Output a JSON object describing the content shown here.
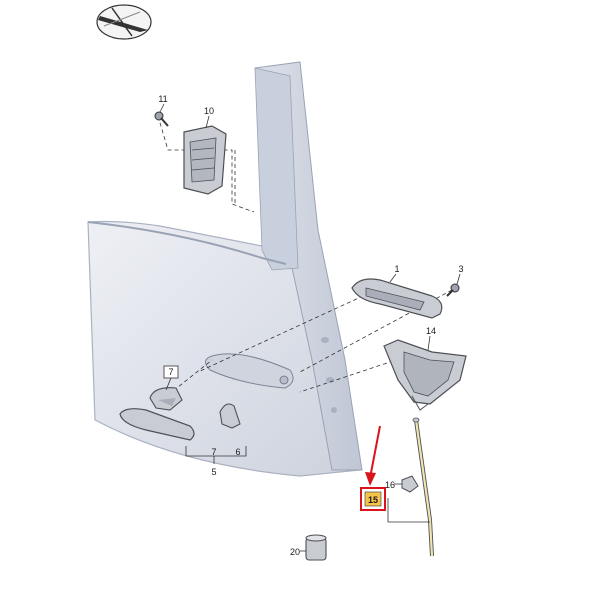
{
  "diagram": {
    "part_numbers": {
      "p1": "1",
      "p3": "3",
      "p5": "5",
      "p6": "6",
      "p7_top": "7",
      "p7_bottom": "7",
      "p10": "10",
      "p11": "11",
      "p14": "14",
      "p15": "15",
      "p16": "16",
      "p20": "20"
    },
    "highlighted_part": "15",
    "colors": {
      "panel_fill": "#d9dde6",
      "panel_edge": "#aab2c2",
      "part_fill": "#c9ccd3",
      "part_stroke": "#4d4f55",
      "highlight_fill": "#f5c24a",
      "highlight_box": "#d9141a",
      "arrow": "#d9141a",
      "leader": "#333333"
    },
    "icons": {
      "compass": "direction-icon"
    }
  }
}
